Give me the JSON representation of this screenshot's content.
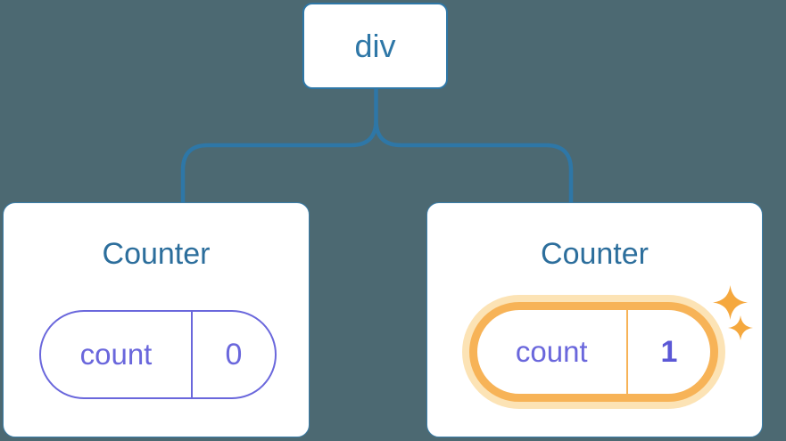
{
  "diagram": {
    "description": "React component tree: a div root with two Counter children; second Counter's state pill is highlighted with sparkles",
    "root": {
      "label": "div"
    },
    "children": [
      {
        "title": "Counter",
        "state": {
          "label": "count",
          "value": "0"
        },
        "highlighted": false
      },
      {
        "title": "Counter",
        "state": {
          "label": "count",
          "value": "1"
        },
        "highlighted": true
      }
    ],
    "colors": {
      "background": "#4C6972",
      "line_blue": "#2E77A7",
      "card_border_blue": "#3B7EA9",
      "title_blue": "#2C6E9C",
      "state_purple": "#6A67DC",
      "value_purple_bold": "#5B58D6",
      "highlight_orange": "#F7B357",
      "highlight_halo": "#FCE3B5",
      "sparkle_orange": "#F5A83E",
      "card_background": "#FFFFFF"
    },
    "icons": {
      "sparkle_large": "sparkle-icon",
      "sparkle_small": "sparkle-icon"
    }
  }
}
